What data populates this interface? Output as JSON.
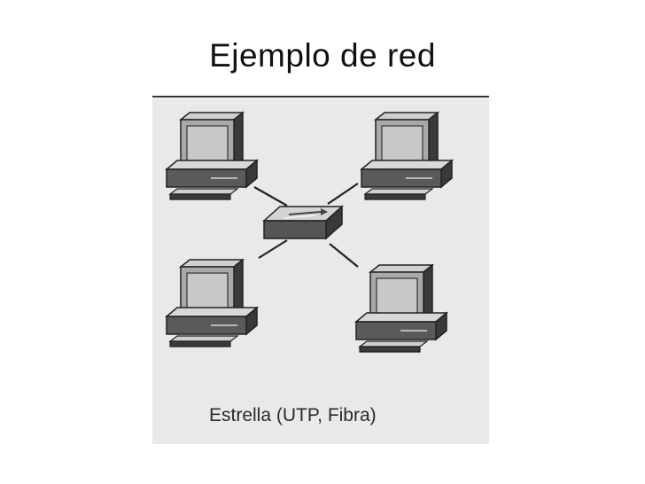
{
  "slide": {
    "title": "Ejemplo de red"
  },
  "diagram": {
    "topology_caption": "Estrella (UTP, Fibra)",
    "nodes": [
      {
        "id": "pc-top-left",
        "icon": "computer-icon"
      },
      {
        "id": "pc-top-right",
        "icon": "computer-icon"
      },
      {
        "id": "pc-bottom-left",
        "icon": "computer-icon"
      },
      {
        "id": "pc-bottom-right",
        "icon": "computer-icon"
      },
      {
        "id": "central-hub",
        "icon": "switch-icon"
      }
    ],
    "links": [
      {
        "from": "pc-top-left",
        "to": "central-hub"
      },
      {
        "from": "pc-top-right",
        "to": "central-hub"
      },
      {
        "from": "pc-bottom-left",
        "to": "central-hub"
      },
      {
        "from": "pc-bottom-right",
        "to": "central-hub"
      }
    ]
  }
}
